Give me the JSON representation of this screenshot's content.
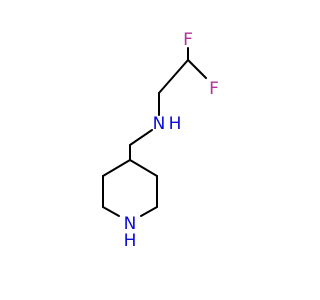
{
  "molecule": {
    "atoms": [
      {
        "id": "F1",
        "text": "F",
        "color": "#b4309a"
      },
      {
        "id": "F2",
        "text": "F",
        "color": "#b4309a"
      },
      {
        "id": "N_amine",
        "text": "N",
        "color": "#0a0ad8"
      },
      {
        "id": "N_ring",
        "text": "N",
        "color": "#0a0ad8"
      },
      {
        "id": "H_ring",
        "text": "H",
        "color": "#0a0ad8"
      }
    ],
    "colors": {
      "bond": "#000000",
      "fluorine": "#b4309a",
      "nitrogen": "#0a0ad8"
    }
  },
  "labels": {
    "f_top": "F",
    "f_right": "F",
    "n_amine": "N",
    "h_amine": "H",
    "n_ring": "N",
    "h_ring": "H"
  }
}
